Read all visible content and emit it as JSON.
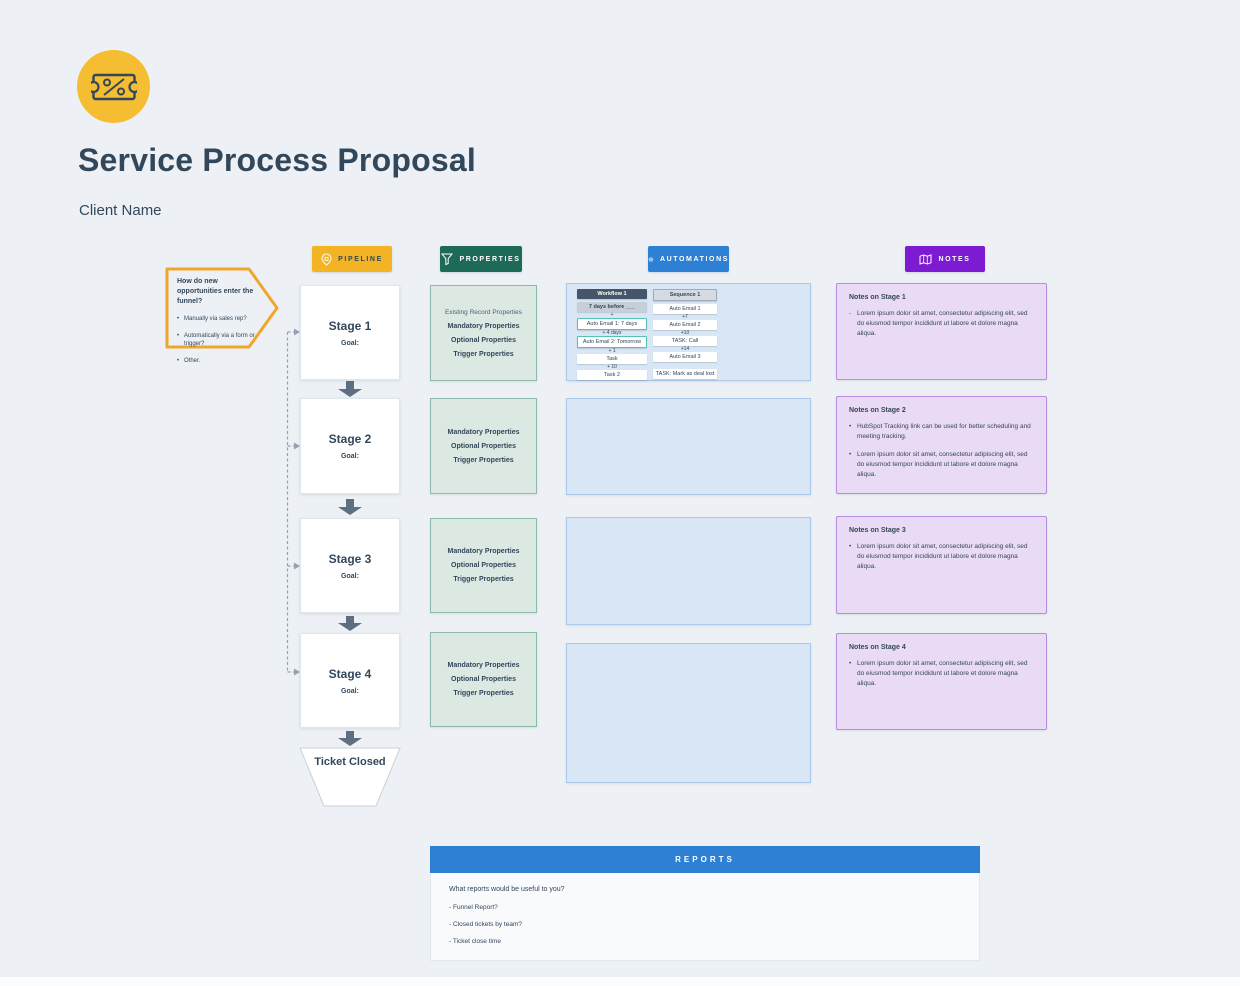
{
  "page": {
    "title": "Service Process Proposal",
    "subtitle": "Client Name"
  },
  "column_headers": {
    "pipeline": "PIPELINE",
    "properties": "PROPERTIES",
    "automations": "AUTOMATIONS",
    "notes": "NOTES"
  },
  "callout": {
    "title": "How do new opportunities enter the funnel?",
    "bullets": [
      {
        "marker": "•",
        "text": "Manually via sales rep?"
      },
      {
        "marker": "•",
        "text": "Automatically via a form or trigger?"
      },
      {
        "marker": "•",
        "text": "Other."
      }
    ]
  },
  "pipeline": {
    "stages": [
      {
        "name": "Stage 1",
        "goal": "Goal:"
      },
      {
        "name": "Stage 2",
        "goal": "Goal:"
      },
      {
        "name": "Stage 3",
        "goal": "Goal:"
      },
      {
        "name": "Stage 4",
        "goal": "Goal:"
      }
    ],
    "terminal": "Ticket Closed"
  },
  "properties": {
    "boxes": [
      {
        "lines": [
          "Existing Record Properties",
          "Mandatory Properties",
          "Optional Properties",
          "Trigger Properties"
        ]
      },
      {
        "lines": [
          "Mandatory Properties",
          "Optional Properties",
          "Trigger Properties"
        ]
      },
      {
        "lines": [
          "Mandatory Properties",
          "Optional Properties",
          "Trigger Properties"
        ]
      },
      {
        "lines": [
          "Mandatory Properties",
          "Optional Properties",
          "Trigger Properties"
        ]
      }
    ]
  },
  "automations": {
    "workflow": {
      "header": "Workflow 1",
      "steps": [
        "7 days before ___",
        "+",
        "Auto Email 1: 7 days",
        "+ 4 days",
        "Auto Email 2: Tomorrow",
        "+ 1",
        "Task",
        "+ 10",
        "Task 2"
      ]
    },
    "sequence": {
      "header": "Sequence 1",
      "steps": [
        "Auto Email 1",
        "+7",
        "Auto Email 2",
        "+10",
        "TASK: Call",
        "+14",
        "Auto Email 3",
        "TASK: Mark as deal lost"
      ]
    }
  },
  "notes": {
    "boxes": [
      {
        "title": "Notes on Stage 1",
        "bullets": [
          {
            "marker": "-",
            "text": "Lorem ipsum dolor sit amet, consectetur adipiscing elit, sed do eiusmod tempor incididunt ut labore et dolore magna aliqua."
          }
        ]
      },
      {
        "title": "Notes on Stage 2",
        "bullets": [
          {
            "marker": "•",
            "text": "HubSpot Tracking link can be used for better scheduling and meeting tracking."
          },
          {
            "marker": "•",
            "text": "Lorem ipsum dolor sit amet, consectetur adipiscing elit, sed do eiusmod tempor incididunt ut labore et dolore magna aliqua."
          }
        ]
      },
      {
        "title": "Notes on Stage 3",
        "bullets": [
          {
            "marker": "•",
            "text": "Lorem ipsum dolor sit amet, consectetur adipiscing elit, sed do eiusmod tempor incididunt ut labore et dolore magna aliqua."
          }
        ]
      },
      {
        "title": "Notes on Stage 4",
        "bullets": [
          {
            "marker": "•",
            "text": "Lorem ipsum dolor sit amet, consectetur adipiscing elit, sed do eiusmod tempor incididunt ut labore et dolore magna aliqua."
          }
        ]
      }
    ]
  },
  "reports": {
    "header": "REPORTS",
    "question": "What reports would be useful to you?",
    "items": [
      "- Funnel Report?",
      "- Closed tickets by team?",
      "- Ticket close time"
    ]
  },
  "icons": {
    "logo": "ticket-icon",
    "pipeline": "map-pin-icon",
    "properties": "funnel-icon",
    "automations": "gear-icon",
    "notes": "map-icon"
  },
  "colors": {
    "background": "#EDF1F5",
    "ink": "#33475B",
    "yellow": "#F5BE32",
    "yellow_header": "#F2B424",
    "green_header": "#1D6A58",
    "blue_header": "#2E80D4",
    "purple_header": "#7D1BD3",
    "properties_fill": "#DCE9E3",
    "automations_fill": "#D8E6F5",
    "notes_fill": "#E9DAF6",
    "teal_chip_border": "#57C1B1",
    "slate_arrow": "#5D6F80",
    "callout_stroke": "#F0A62B"
  }
}
